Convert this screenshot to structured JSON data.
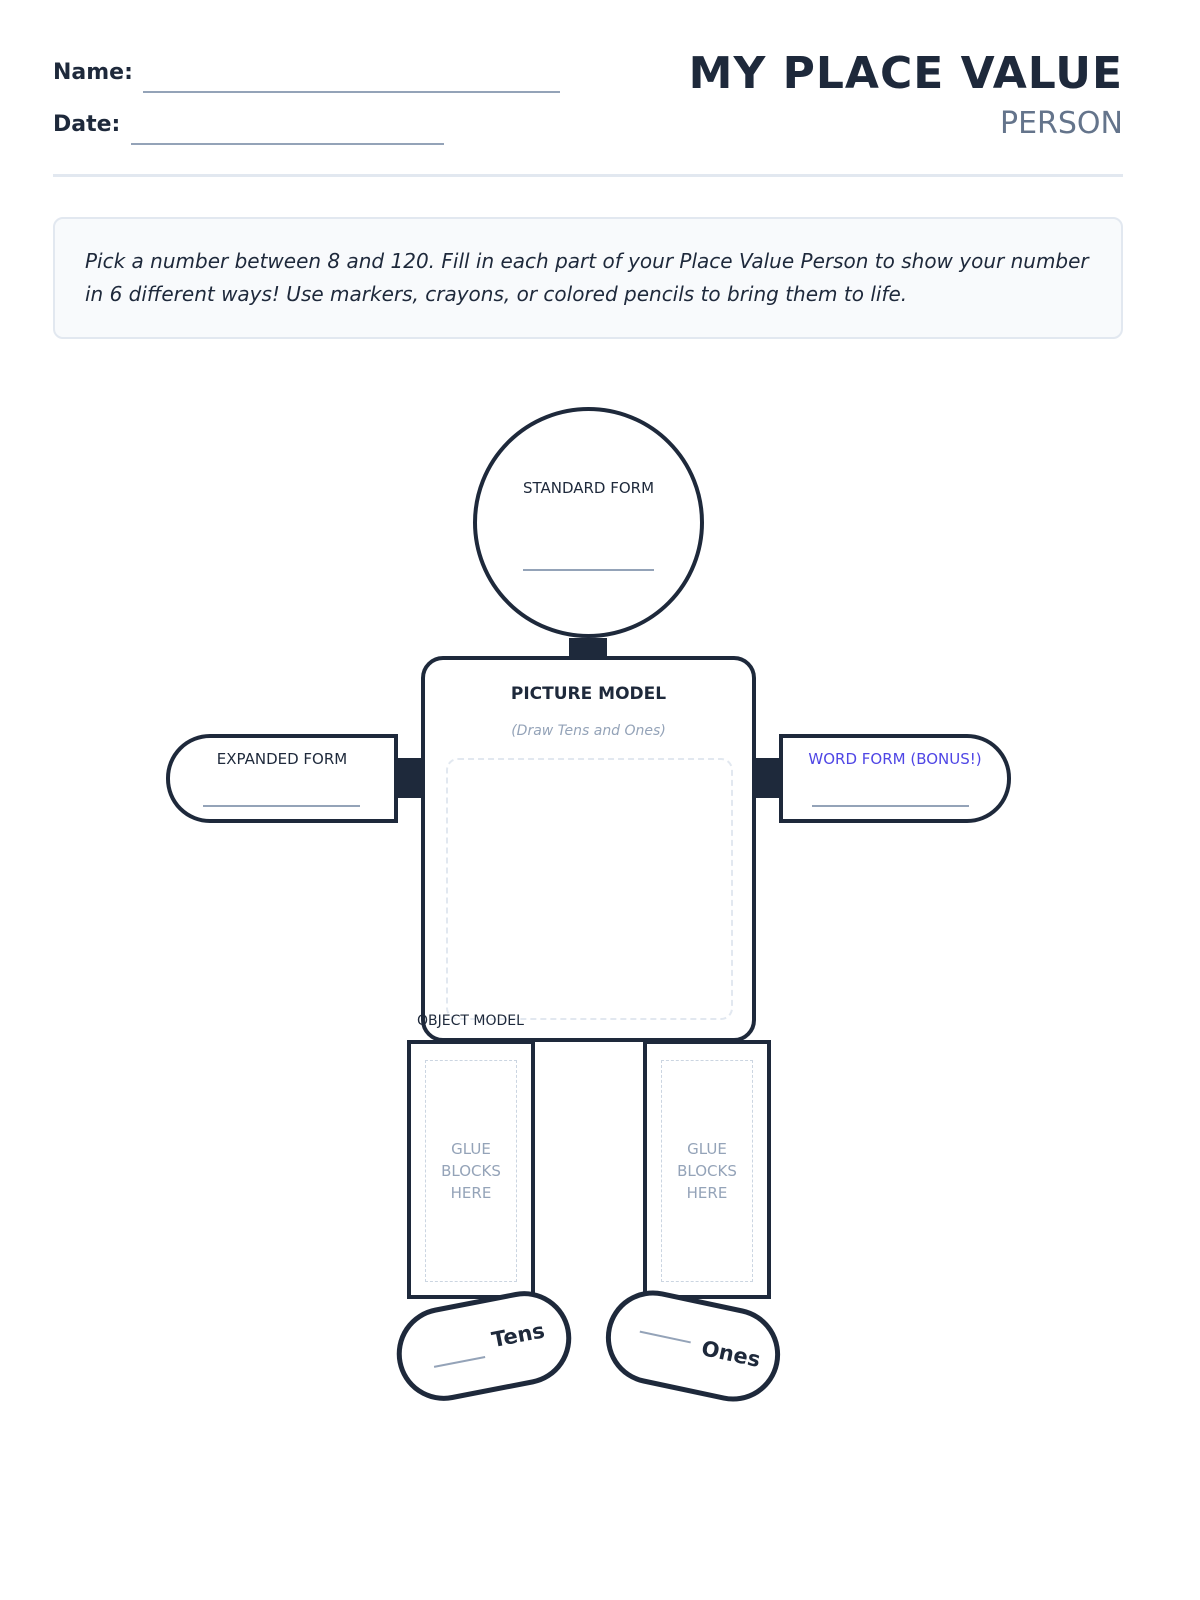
{
  "header": {
    "name_label": "Name:",
    "date_label": "Date:",
    "title": "MY PLACE VALUE",
    "subtitle": "PERSON"
  },
  "instructions": "Pick a number between 8 and 120. Fill in each part of your Place Value Person to show your number in 6 different ways! Use markers, crayons, or colored pencils to bring them to life.",
  "person": {
    "head": {
      "label": "STANDARD FORM"
    },
    "body": {
      "label": "PICTURE MODEL",
      "hint": "(Draw Tens and Ones)",
      "object_label": "OBJECT MODEL"
    },
    "left_arm": {
      "label": "EXPANDED FORM"
    },
    "right_arm": {
      "label": "WORD FORM (BONUS!)"
    },
    "legs": [
      {
        "line1": "GLUE",
        "line2": "BLOCKS",
        "line3": "HERE"
      },
      {
        "line1": "GLUE",
        "line2": "BLOCKS",
        "line3": "HERE"
      }
    ],
    "feet": [
      {
        "label": "Tens"
      },
      {
        "label": "Ones"
      }
    ]
  },
  "colors": {
    "ink": "#1e293b",
    "muted": "#64748b",
    "accent": "#4f46e5"
  }
}
